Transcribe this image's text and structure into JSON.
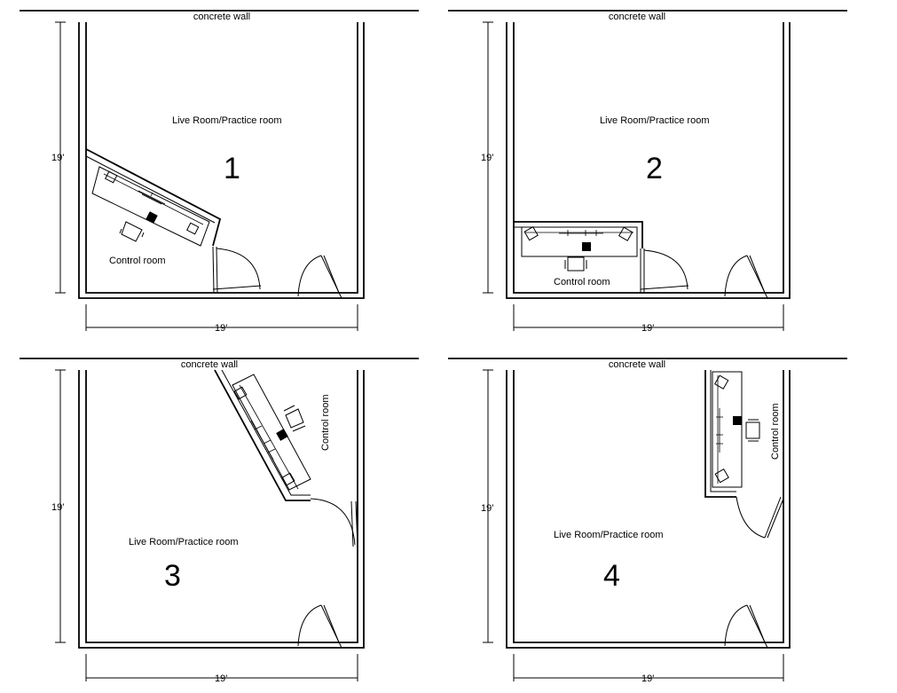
{
  "plans": [
    {
      "number": "1",
      "wall_label": "concrete wall",
      "live_room_label": "Live Room/Practice room",
      "control_room_label": "Control room",
      "width_dim": "19'",
      "height_dim": "19'"
    },
    {
      "number": "2",
      "wall_label": "concrete wall",
      "live_room_label": "Live Room/Practice room",
      "control_room_label": "Control room",
      "width_dim": "19'",
      "height_dim": "19'"
    },
    {
      "number": "3",
      "wall_label": "concrete wall",
      "live_room_label": "Live Room/Practice room",
      "control_room_label": "Control room",
      "width_dim": "19'",
      "height_dim": "19'"
    },
    {
      "number": "4",
      "wall_label": "concrete wall",
      "live_room_label": "Live Room/Practice room",
      "control_room_label": "Control room",
      "width_dim": "19'",
      "height_dim": "19'"
    }
  ]
}
